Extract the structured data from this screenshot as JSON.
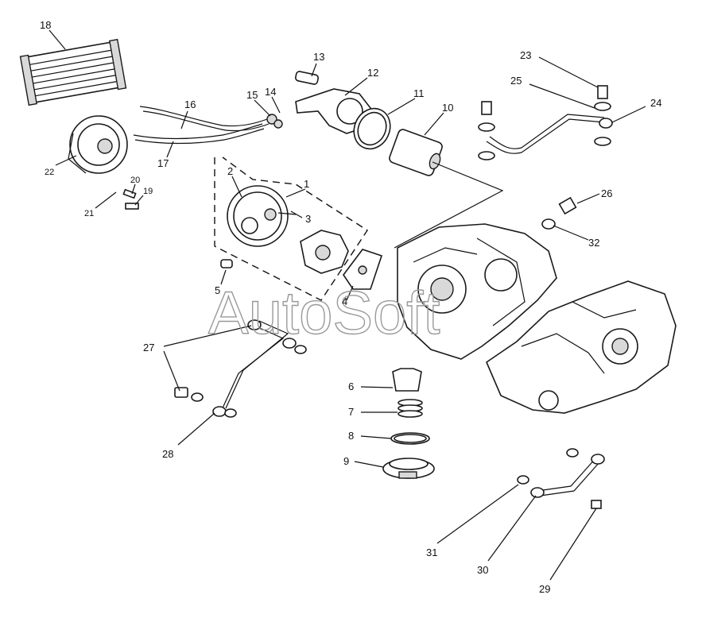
{
  "watermark": "AutoSoft",
  "callouts": [
    {
      "id": "1",
      "text": "1"
    },
    {
      "id": "2",
      "text": "2"
    },
    {
      "id": "3",
      "text": "3"
    },
    {
      "id": "4",
      "text": "4"
    },
    {
      "id": "5",
      "text": "5"
    },
    {
      "id": "6",
      "text": "6"
    },
    {
      "id": "7",
      "text": "7"
    },
    {
      "id": "8",
      "text": "8"
    },
    {
      "id": "9",
      "text": "9"
    },
    {
      "id": "10",
      "text": "10"
    },
    {
      "id": "11",
      "text": "11"
    },
    {
      "id": "12",
      "text": "12"
    },
    {
      "id": "13",
      "text": "13"
    },
    {
      "id": "14",
      "text": "14"
    },
    {
      "id": "15",
      "text": "15"
    },
    {
      "id": "16",
      "text": "16"
    },
    {
      "id": "17",
      "text": "17"
    },
    {
      "id": "18",
      "text": "18"
    },
    {
      "id": "19",
      "text": "19"
    },
    {
      "id": "20",
      "text": "20"
    },
    {
      "id": "21",
      "text": "21"
    },
    {
      "id": "22",
      "text": "22"
    },
    {
      "id": "23",
      "text": "23"
    },
    {
      "id": "24",
      "text": "24"
    },
    {
      "id": "25",
      "text": "25"
    },
    {
      "id": "26",
      "text": "26"
    },
    {
      "id": "27",
      "text": "27"
    },
    {
      "id": "28",
      "text": "28"
    },
    {
      "id": "29",
      "text": "29"
    },
    {
      "id": "30",
      "text": "30"
    },
    {
      "id": "31",
      "text": "31"
    },
    {
      "id": "32",
      "text": "32"
    }
  ]
}
